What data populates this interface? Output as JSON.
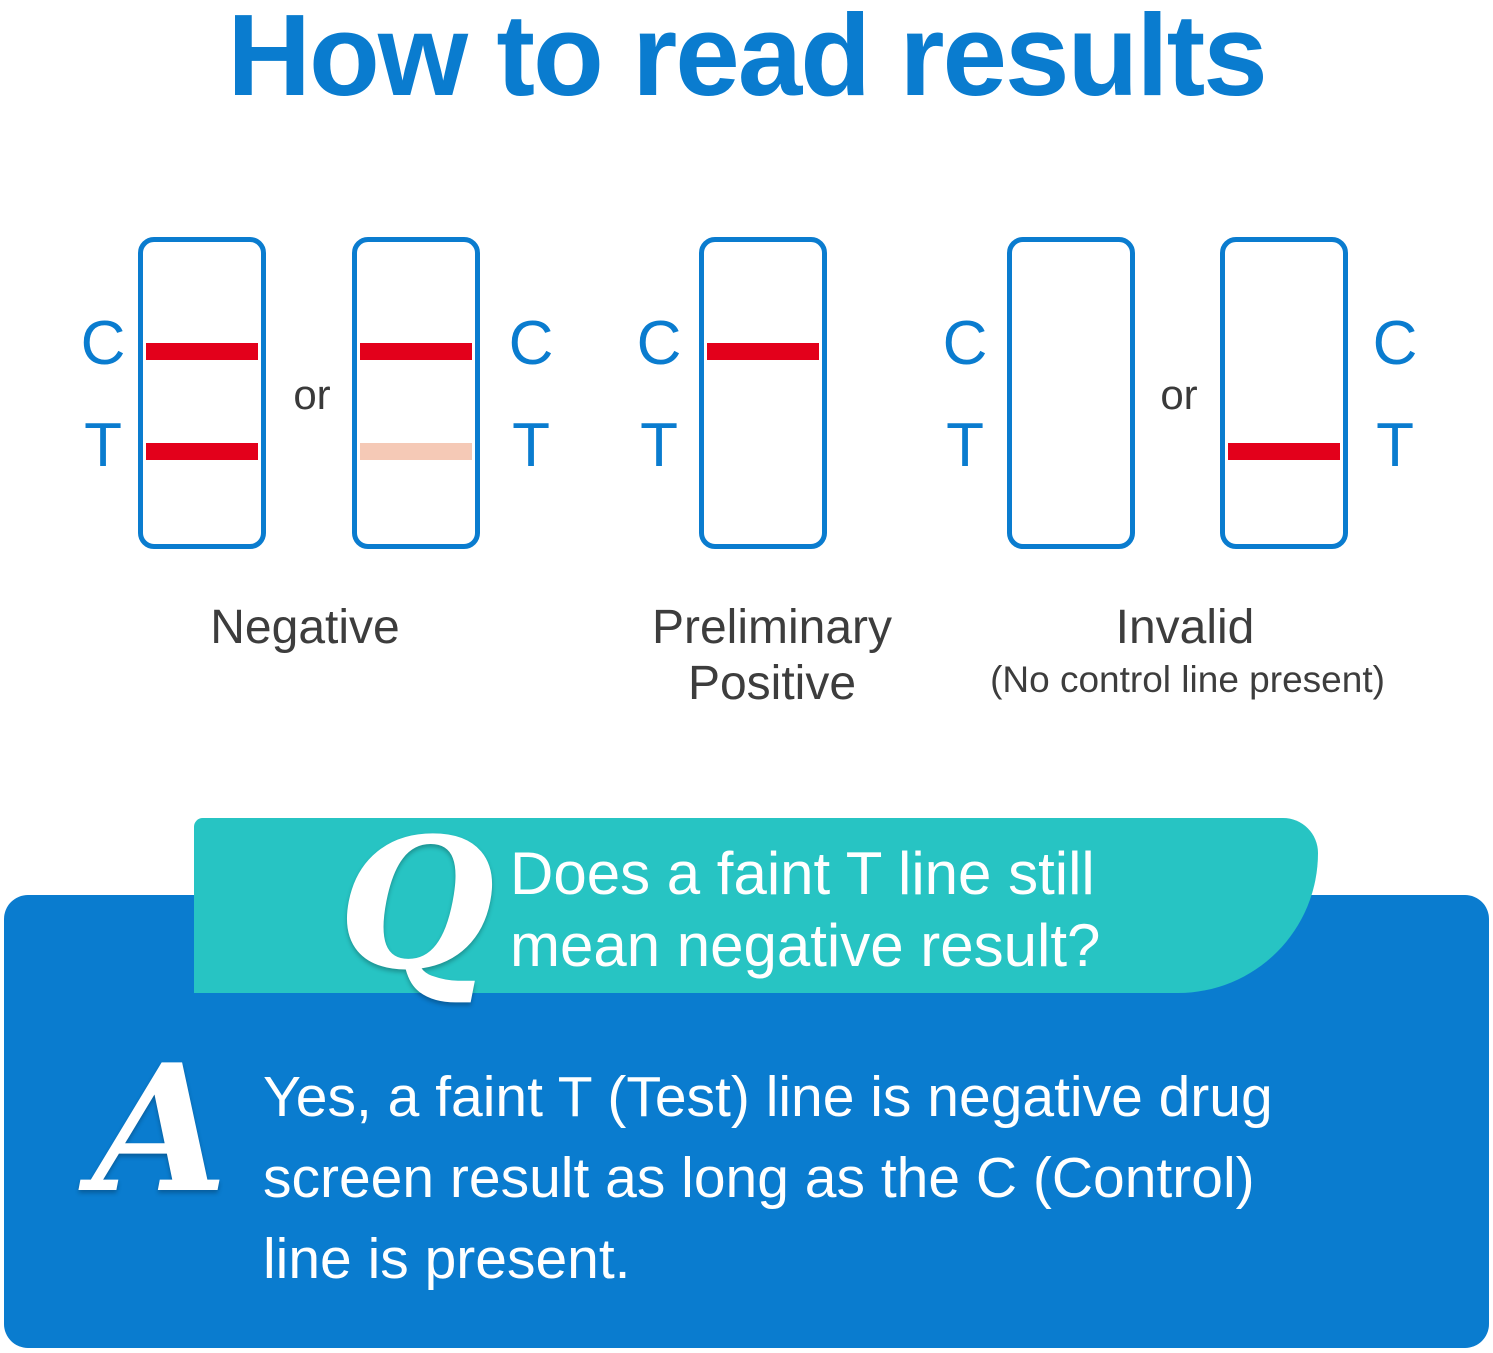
{
  "title": "How to read results",
  "colors": {
    "brand_blue": "#0a7ccf",
    "control_line_red": "#e3001b",
    "faint_line": "#f5c9b6",
    "teal": "#27c4c3"
  },
  "labels": {
    "control": "C",
    "test": "T",
    "or": "or"
  },
  "results": {
    "negative": "Negative",
    "preliminary_positive_line1": "Preliminary",
    "preliminary_positive_line2": "Positive",
    "invalid": "Invalid",
    "invalid_note": "(No control line present)"
  },
  "faq": {
    "q_letter": "Q",
    "question_line1": "Does a faint T line still",
    "question_line2": "mean negative result?",
    "a_letter": "A",
    "answer_line1": "Yes, a faint T (Test) line is negative drug",
    "answer_line2": "screen result as long as the C (Control)",
    "answer_line3": "line is present."
  }
}
